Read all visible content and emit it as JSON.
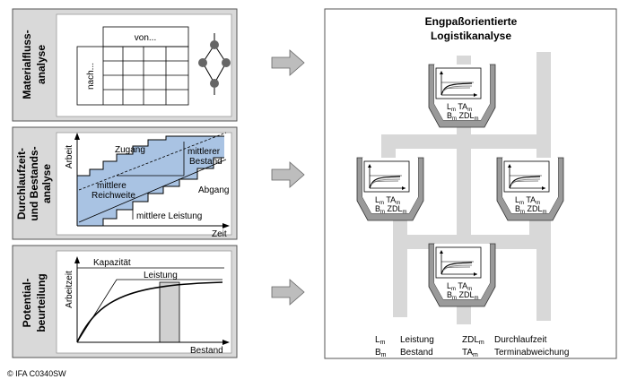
{
  "panels": {
    "material": {
      "title_line1": "Materialfluss-",
      "title_line2": "analyse",
      "col_header": "von...",
      "row_header": "nach..."
    },
    "throughput": {
      "title_line1": "Durchlaufzeit-",
      "title_line2": "und Bestands-",
      "title_line3": "analyse",
      "ylabel": "Arbeit",
      "xlabel": "Zeit",
      "zugang": "Zugang",
      "abgang": "Abgang",
      "bestand_line1": "mittlerer",
      "bestand_line2": "Bestand",
      "reichweite_line1": "mittlere",
      "reichweite_line2": "Reichweite",
      "leistung": "mittlere Leistung"
    },
    "potential": {
      "title_line1": "Potential-",
      "title_line2": "beurteilung",
      "ylabel": "Arbeitzeit",
      "xlabel": "Bestand",
      "kapazitaet": "Kapazität",
      "leistung": "Leistung"
    }
  },
  "right_panel": {
    "title_line1": "Engpaßorientierte",
    "title_line2": "Logistikanalyse",
    "funnel_labels": {
      "line1_a": "L",
      "line1_a_sub": "m",
      "line1_b": "TA",
      "line1_b_sub": "m",
      "line2_a": "B",
      "line2_a_sub": "m",
      "line2_b": "ZDL",
      "line2_b_sub": "m"
    },
    "legend": [
      {
        "sym": "L",
        "sub": "m",
        "text": "Leistung"
      },
      {
        "sym": "B",
        "sub": "m",
        "text": "Bestand"
      },
      {
        "sym": "ZDL",
        "sub": "m",
        "text": "Durchlaufzeit"
      },
      {
        "sym": "TA",
        "sub": "m",
        "text": "Terminabweichung"
      }
    ]
  },
  "copyright": "© IFA C0340SW",
  "colors": {
    "panel_bg": "#d9d9d9",
    "fill_blue": "#a9c3e3",
    "pipe": "#d8d8d8",
    "bar_gray": "#d0d0d0"
  }
}
